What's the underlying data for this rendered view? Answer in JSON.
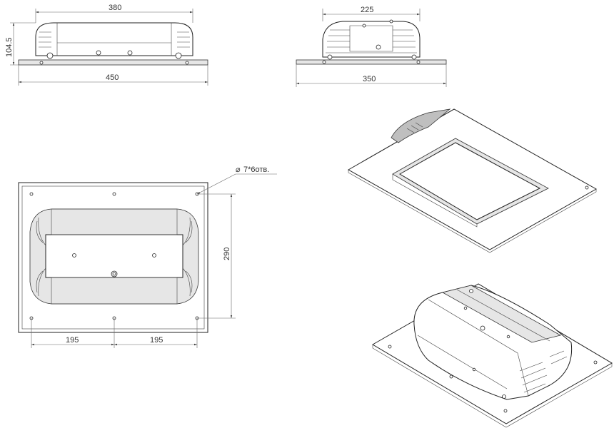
{
  "dimensions": {
    "front_top_width": "380",
    "front_height": "104.5",
    "front_base_width": "450",
    "side_top_width": "225",
    "side_base_width": "350",
    "hole_note": "7*6отв.",
    "plan_height": "290",
    "plan_left_spacing": "195",
    "plan_right_spacing": "195"
  },
  "symbols": {
    "diameter": "⌀"
  }
}
